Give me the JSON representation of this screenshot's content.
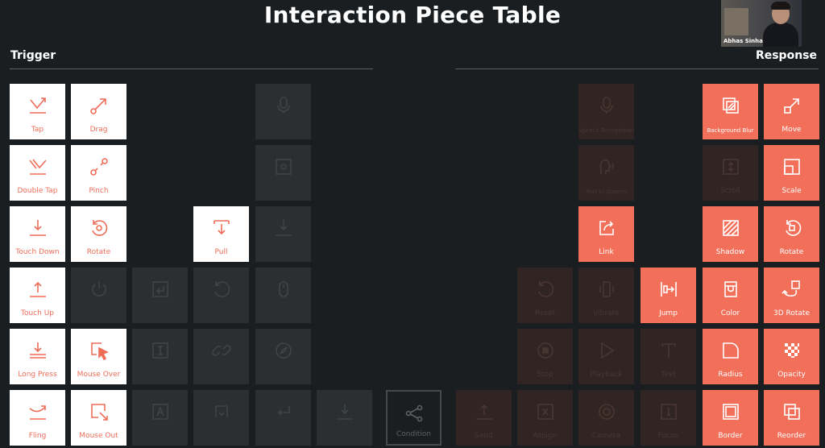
{
  "title": "Interaction Piece Table",
  "sections": {
    "trigger": "Trigger",
    "response": "Response"
  },
  "participant": {
    "name": "Abhas Sinha"
  },
  "tiles": {
    "tap": "Tap",
    "drag": "Drag",
    "double_tap": "Double Tap",
    "pinch": "Pinch",
    "touch_down": "Touch Down",
    "rotate_trigger": "Rotate",
    "pull": "Pull",
    "touch_up": "Touch Up",
    "long_press": "Long Press",
    "mouse_over": "Mouse Over",
    "fling": "Fling",
    "mouse_out": "Mouse Out",
    "condition": "Condition",
    "link": "Link",
    "jump": "Jump",
    "background_blur": "Background Blur",
    "move": "Move",
    "scale": "Scale",
    "shadow": "Shadow",
    "rotate_response": "Rotate",
    "color": "Color",
    "rotate_3d": "3D Rotate",
    "radius": "Radius",
    "opacity": "Opacity",
    "border": "Border",
    "reorder": "Reorder",
    "reset": "Reset",
    "stop": "Stop",
    "send": "Send",
    "playback": "Playback",
    "vibrate": "Vibrate",
    "text": "Text",
    "assign": "Assign",
    "camera": "Camera",
    "focus": "Focus",
    "scroll": "Scroll",
    "speech_recognition": "Speech Recognition",
    "text_to_speech": "Text to Speech"
  },
  "colors": {
    "accent": "#f26f5a",
    "background": "#1b1e21",
    "tile_white": "#ffffff",
    "tile_dim": "#2b2f31"
  }
}
